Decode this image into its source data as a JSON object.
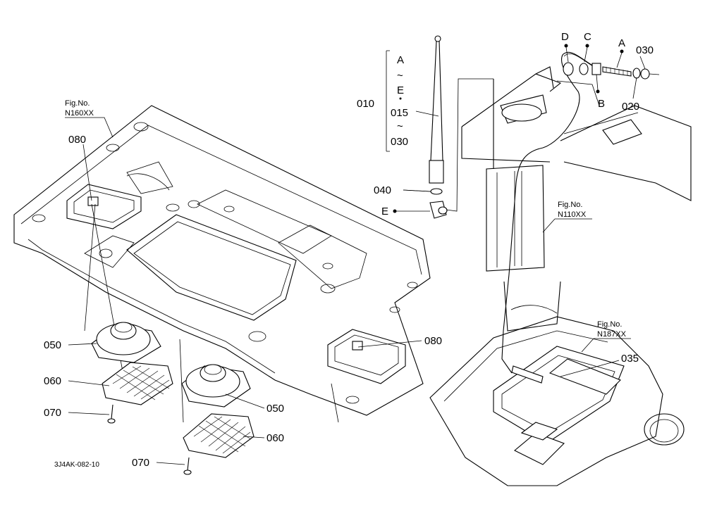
{
  "diagram_code": "3J4AK-082-10",
  "fig_refs": [
    {
      "id": "n160",
      "prefix": "Fig.No.",
      "number": "N160XX"
    },
    {
      "id": "n110",
      "prefix": "Fig.No.",
      "number": "N110XX"
    },
    {
      "id": "n187",
      "prefix": "Fig.No.",
      "number": "N187XX"
    }
  ],
  "labels": {
    "p010": "010",
    "p015": "015",
    "p030a": "030",
    "p030b": "030",
    "p020": "020",
    "p040": "040",
    "p035": "035",
    "p050a": "050",
    "p050b": "050",
    "p060a": "060",
    "p060b": "060",
    "p070a": "070",
    "p070b": "070",
    "p080a": "080",
    "p080b": "080",
    "rA_top": "A",
    "rtilde1": "~",
    "rE_mid": "E",
    "rtilde2": "~",
    "lA": "A",
    "lB": "B",
    "lC": "C",
    "lD": "D",
    "lE": "E"
  }
}
